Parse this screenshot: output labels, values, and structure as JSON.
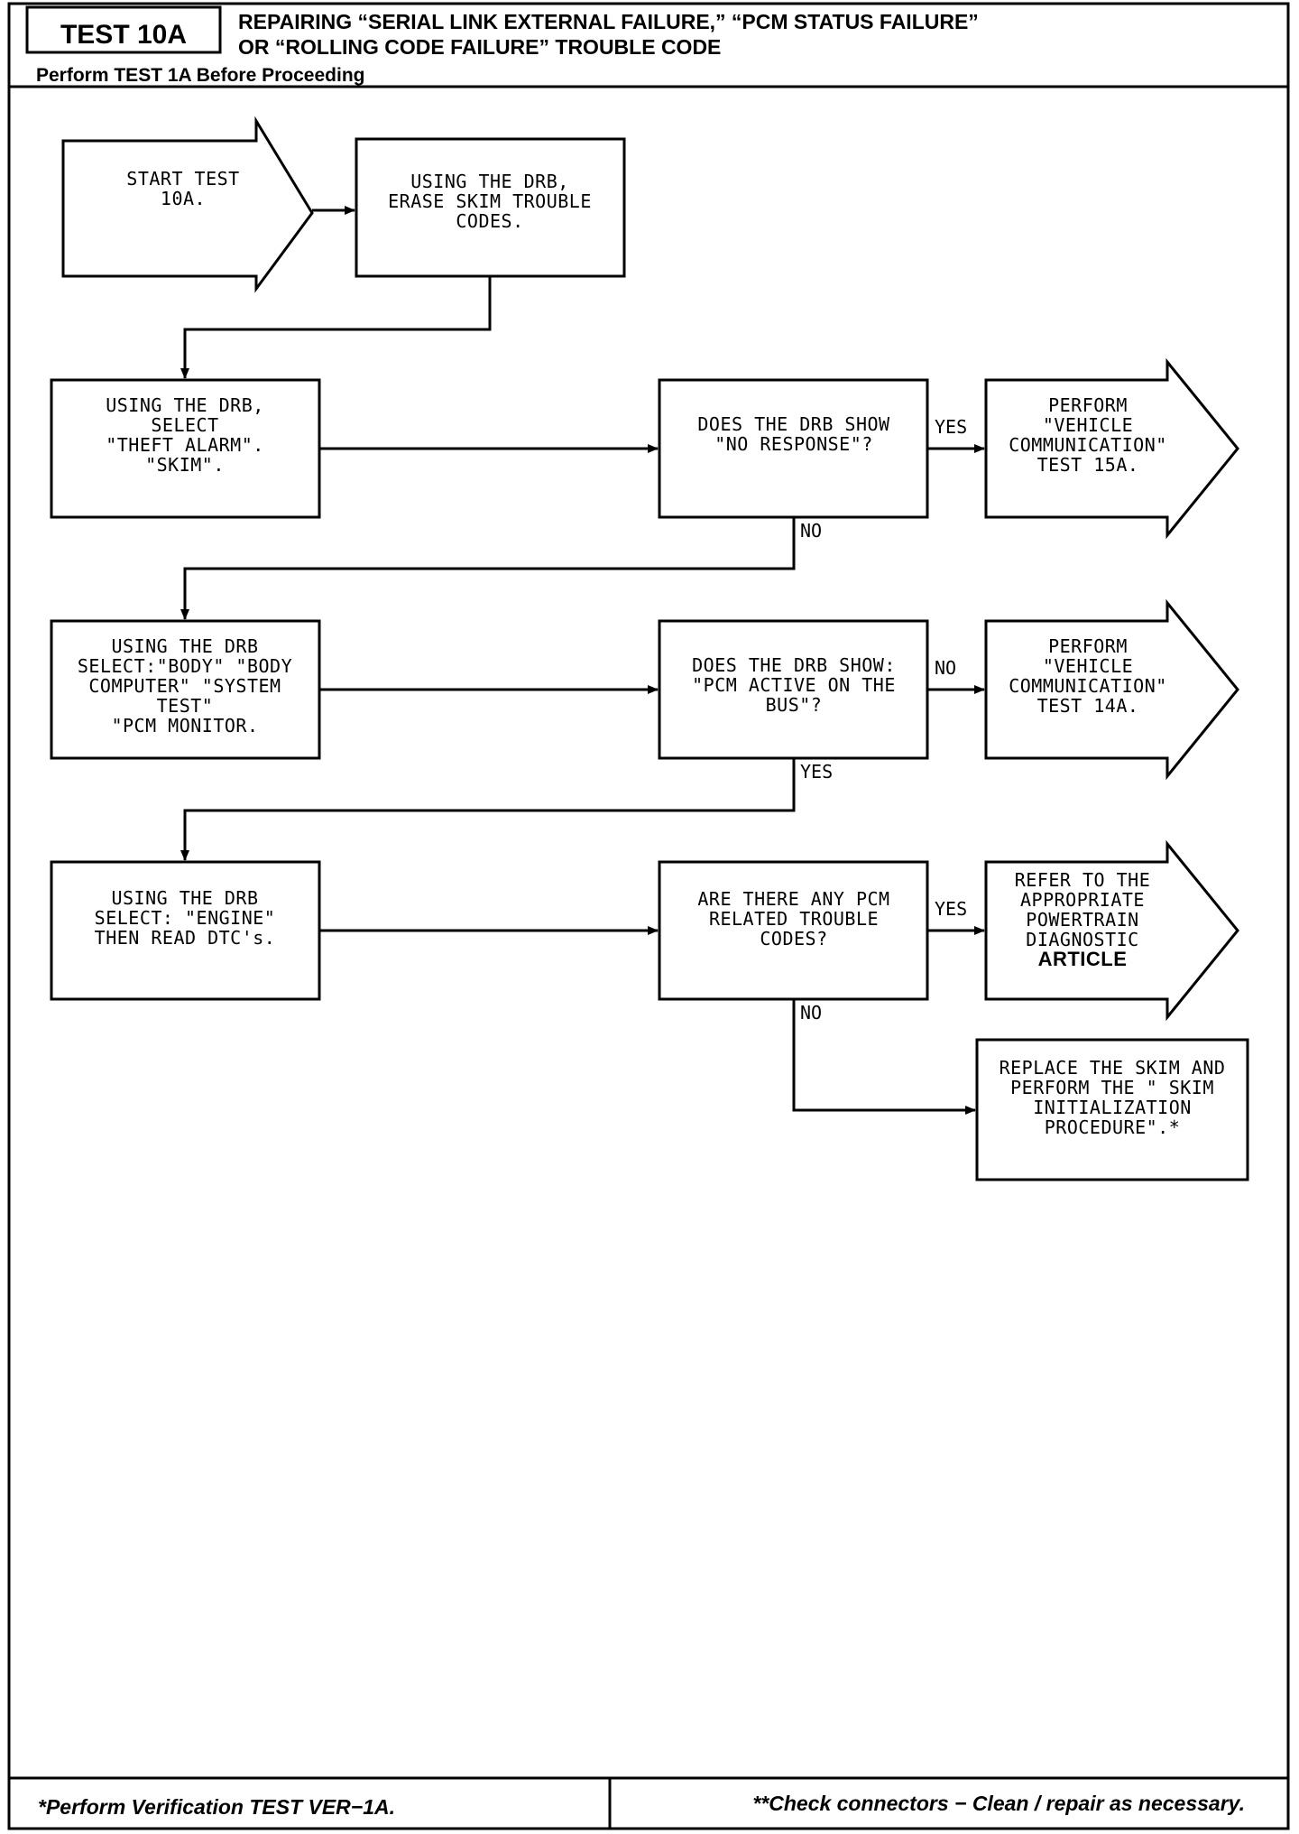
{
  "header": {
    "test_id": "TEST 10A",
    "title_line1": "REPAIRING “SERIAL LINK EXTERNAL FAILURE,” “PCM STATUS FAILURE”",
    "title_line2": "OR “ROLLING CODE FAILURE” TROUBLE CODE",
    "prerequisite": "Perform TEST 1A Before Proceeding"
  },
  "nodes": {
    "start": [
      "START TEST",
      "10A."
    ],
    "erase": [
      "USING THE DRB,",
      "ERASE SKIM TROUBLE",
      "CODES."
    ],
    "select_skim": [
      "USING THE DRB,",
      "SELECT",
      "\"THEFT ALARM\".",
      "\"SKIM\"."
    ],
    "q_no_response": [
      "DOES THE DRB SHOW",
      "\"NO RESPONSE\"?"
    ],
    "test_15a": [
      "PERFORM",
      "\"VEHICLE",
      "COMMUNICATION\"",
      "TEST 15A."
    ],
    "select_pcm_monitor": [
      "USING THE DRB",
      "SELECT:\"BODY\" \"BODY",
      "COMPUTER\" \"SYSTEM",
      "TEST\"",
      "\"PCM MONITOR."
    ],
    "q_pcm_active": [
      "DOES THE DRB SHOW:",
      "\"PCM ACTIVE ON THE",
      "BUS\"?"
    ],
    "test_14a": [
      "PERFORM",
      "\"VEHICLE",
      "COMMUNICATION\"",
      "TEST 14A."
    ],
    "select_engine": [
      "USING THE DRB",
      "SELECT: \"ENGINE\"",
      "THEN READ DTC's."
    ],
    "q_pcm_codes": [
      "ARE THERE ANY PCM",
      "RELATED TROUBLE",
      "CODES?"
    ],
    "refer_powertrain": [
      "REFER TO THE",
      "APPROPRIATE",
      "POWERTRAIN",
      "DIAGNOSTIC",
      "ARTICLE"
    ],
    "replace_skim": [
      "REPLACE THE SKIM AND",
      "PERFORM THE \" SKIM",
      "INITIALIZATION",
      "PROCEDURE\".*"
    ]
  },
  "edge_labels": {
    "yes_15a": "YES",
    "no_1": "NO",
    "no_14a": "NO",
    "yes_2": "YES",
    "yes_refer": "YES",
    "no_3": "NO"
  },
  "footer": {
    "left": "*Perform Verification TEST VER−1A.",
    "right": "**Check connectors − Clean / repair as necessary."
  }
}
